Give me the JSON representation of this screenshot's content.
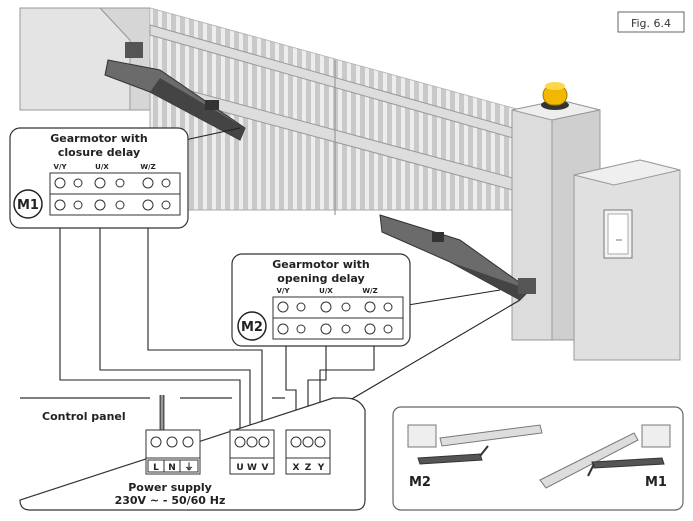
{
  "figure_label": "Fig. 6.4",
  "motor1": {
    "title_line1": "Gearmotor with",
    "title_line2": "closure delay",
    "badge": "M1",
    "pins": [
      "V/Y",
      "U/X",
      "W/Z"
    ]
  },
  "motor2": {
    "title_line1": "Gearmotor with",
    "title_line2": "opening delay",
    "badge": "M2",
    "pins": [
      "V/Y",
      "U/X",
      "W/Z"
    ]
  },
  "control_panel": {
    "title": "Control panel",
    "power_terminals": [
      "L",
      "N",
      "⏚"
    ],
    "motor_terminals_a": [
      "U",
      "W",
      "V"
    ],
    "motor_terminals_b": [
      "X",
      "Z",
      "Y"
    ],
    "power_label_line1": "Power supply",
    "power_label_line2": "230V ~ - 50/60 Hz"
  },
  "inset": {
    "left_label": "M2",
    "right_label": "M1"
  }
}
